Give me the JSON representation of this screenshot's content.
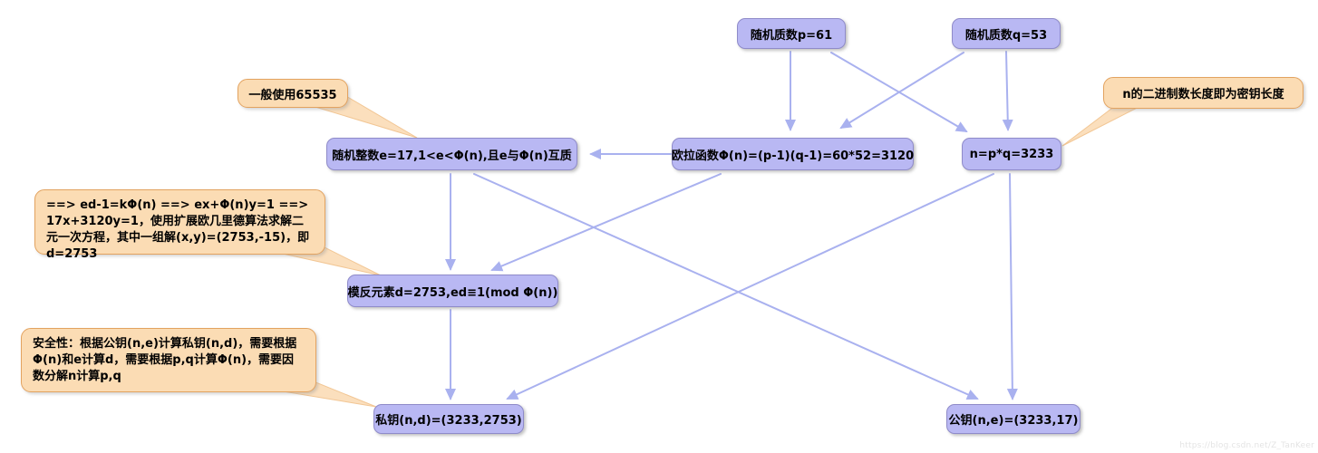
{
  "colors": {
    "node_fill": "#b9b8f3",
    "node_border": "#8f8bc9",
    "arrow": "#a9b1ef",
    "callout_fill": "#fbdcb4",
    "callout_border": "#e3a360",
    "tail_fill": "#fbdfbd",
    "tail_stroke": "#f2c694",
    "text": "#000000"
  },
  "nodes": {
    "p": {
      "label": "随机质数p=61"
    },
    "q": {
      "label": "随机质数q=53"
    },
    "e": {
      "label": "随机整数e=17,1<e<Φ(n),且e与Φ(n)互质"
    },
    "phi": {
      "label": "欧拉函数Φ(n)=(p-1)(q-1)=60*52=3120"
    },
    "n": {
      "label": "n=p*q=3233"
    },
    "d": {
      "label": "模反元素d=2753,ed≡1(mod Φ(n))"
    },
    "private_key": {
      "label": "私钥(n,d)=(3233,2753)"
    },
    "public_key": {
      "label": "公钥(n,e)=(3233,17)"
    }
  },
  "callouts": {
    "e_note": {
      "label": "一般使用65535"
    },
    "keylen_note": {
      "label": "n的二进制数长度即为密钥长度"
    },
    "extgcd_note": {
      "label": "==> ed-1=kΦ(n) ==> ex+Φ(n)y=1 ==>17x+3120y=1，使用扩展欧几里德算法求解二元一次方程，其中一组解(x,y)=(2753,-15)，即d=2753"
    },
    "security_note": {
      "label": "安全性：根据公钥(n,e)计算私钥(n,d)，需要根据Φ(n)和e计算d，需要根据p,q计算Φ(n)，需要因数分解n计算p,q"
    }
  },
  "watermark": "https://blog.csdn.net/Z_TanKeer"
}
